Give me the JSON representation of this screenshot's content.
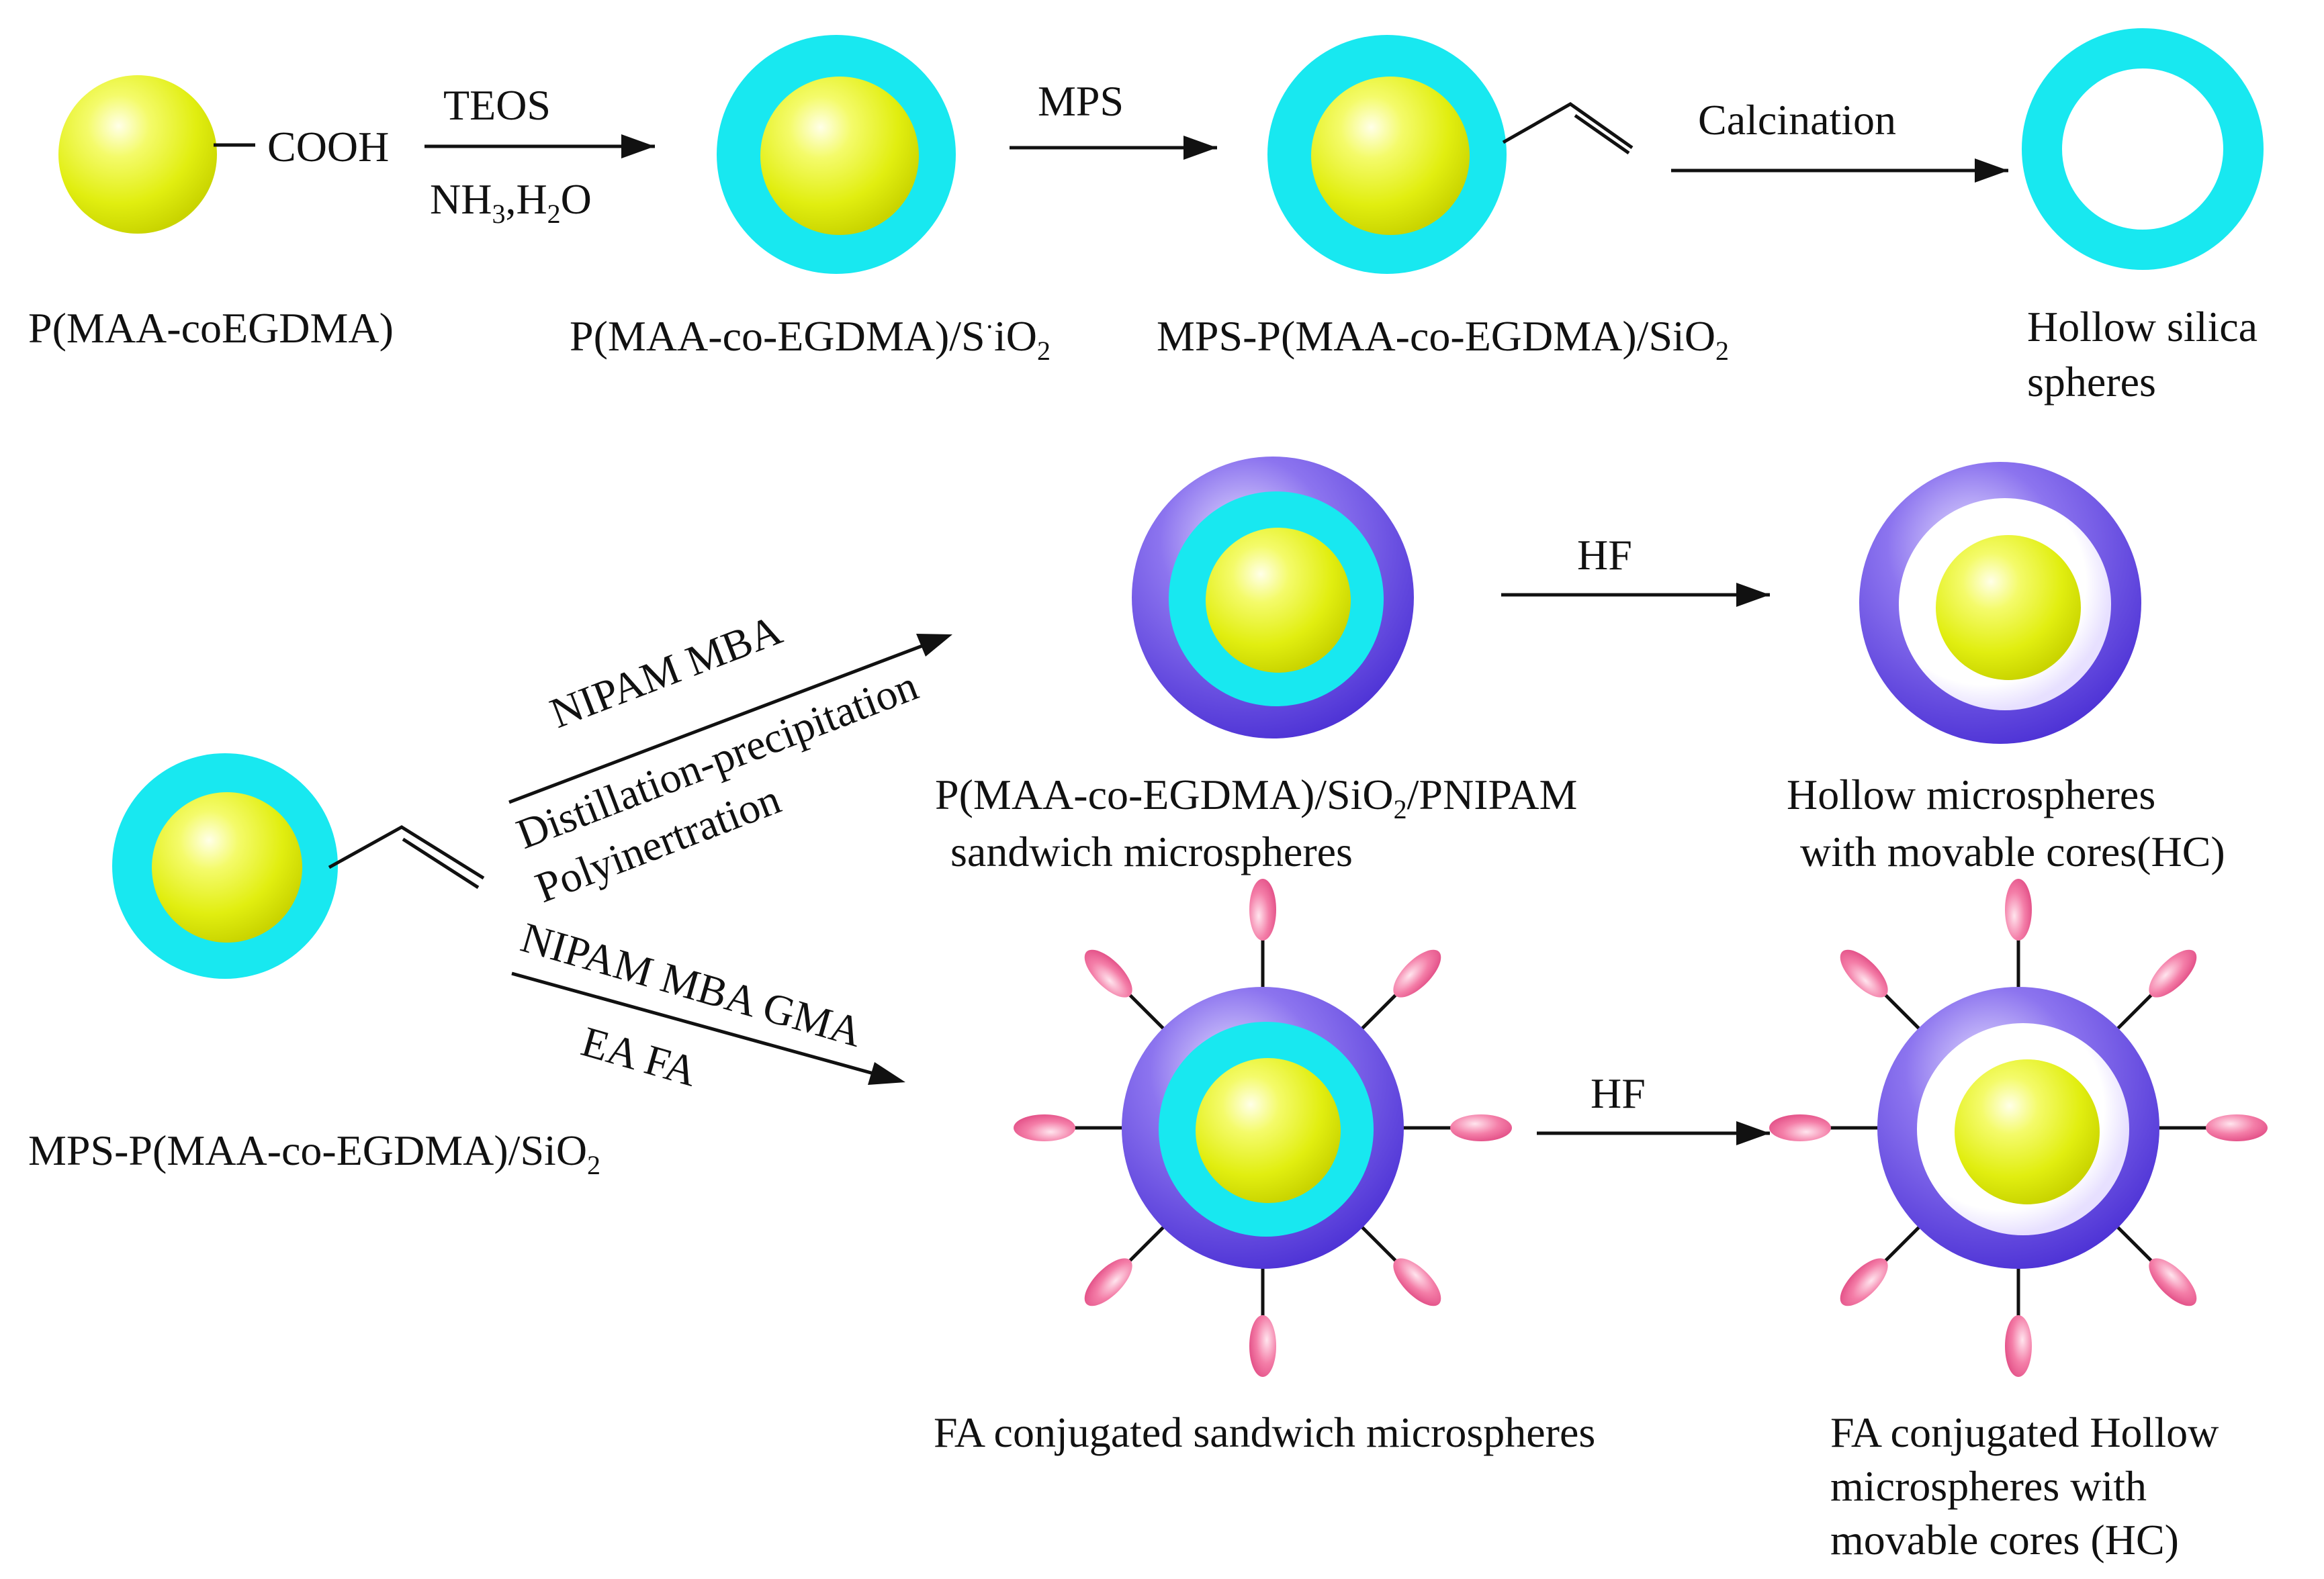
{
  "colors": {
    "core": "#e6f212",
    "silica": "#18e8f0",
    "polymer": "#5a3ee0",
    "ligand": "#f06a9a",
    "ink": "#111111"
  },
  "row1": {
    "cooh": "COOH",
    "teos": "TEOS",
    "nh3": "NH",
    "nh3_sub": "3",
    "h2o_pre": ",H",
    "h2o_sub": "2",
    "h2o_post": "O",
    "mps": "MPS",
    "calcination": "Calcination",
    "label_core": "P(MAA-coEGDMA)",
    "label_sio2": "P(MAA-co-EGDMA)/S",
    "label_sio2_dot": "·",
    "label_sio2_rest": "iO",
    "label_sio2_sub": "2",
    "label_mps": "MPS-P(MAA-co-EGDMA)/SiO",
    "label_mps_sub": "2",
    "label_hollow_1": "Hollow  silica",
    "label_hollow_2": "spheres"
  },
  "branch": {
    "upper_top": "NIPAM MBA",
    "upper_bottom_1": "Distillation-precipitation",
    "upper_bottom_2": "Polyinertration",
    "lower_top": "NIPAM MBA GMA",
    "lower_bottom": "EA FA",
    "start_label": "MPS-P(MAA-co-EGDMA)/SiO",
    "start_label_sub": "2"
  },
  "row2": {
    "hf": "HF",
    "sandwich_label_1": "P(MAA-co-EGDMA)/SiO",
    "sandwich_label_1_sub": "2",
    "sandwich_label_1_post": "/PNIPAM",
    "sandwich_label_2": "sandwich microspheres",
    "hollow_label_1": "Hollow microspheres",
    "hollow_label_2": "with movable cores(HC)"
  },
  "row3": {
    "hf": "HF",
    "fa_sandwich_label": "FA conjugated sandwich microspheres",
    "fa_hollow_label_1": "FA conjugated Hollow",
    "fa_hollow_label_2": "microspheres with",
    "fa_hollow_label_3": "movable cores (HC)"
  }
}
